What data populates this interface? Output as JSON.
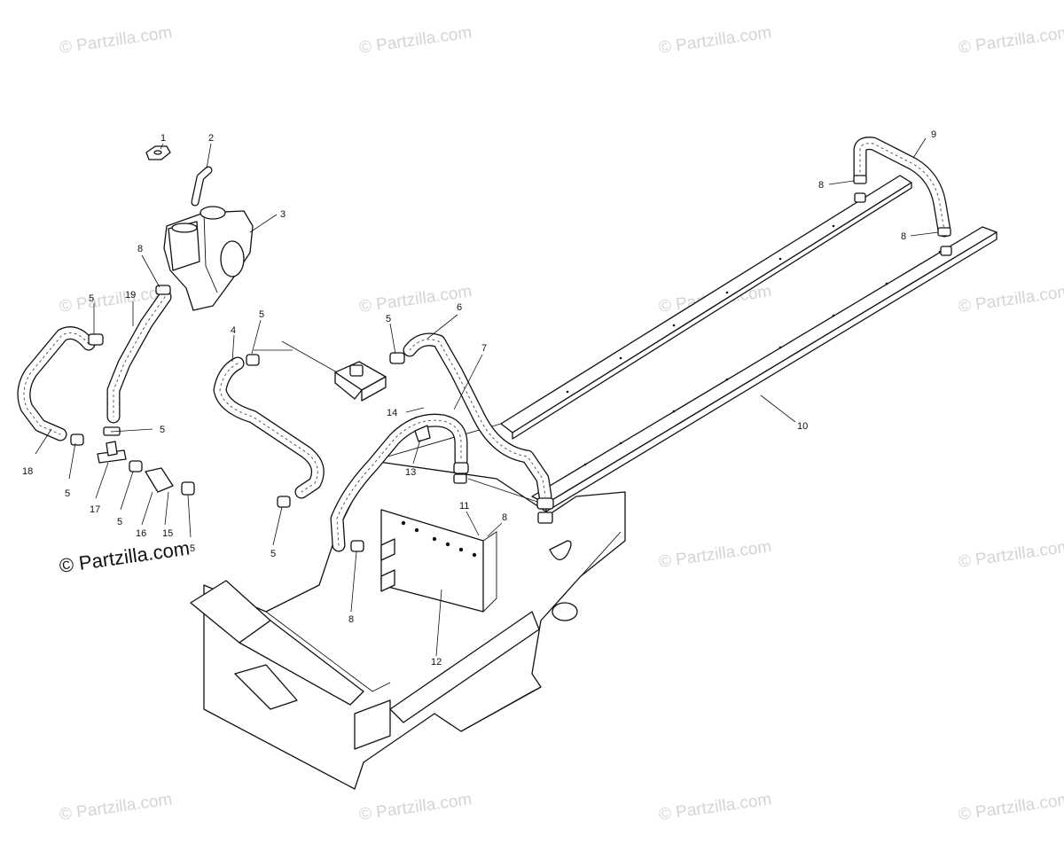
{
  "watermark": {
    "text": "© Partzilla.com"
  },
  "copyright": {
    "text": "© Partzilla.com"
  },
  "callouts": [
    "1",
    "2",
    "3",
    "4",
    "5",
    "6",
    "7",
    "8",
    "9",
    "10",
    "11",
    "12",
    "13",
    "14",
    "15",
    "16",
    "17",
    "18",
    "19"
  ]
}
